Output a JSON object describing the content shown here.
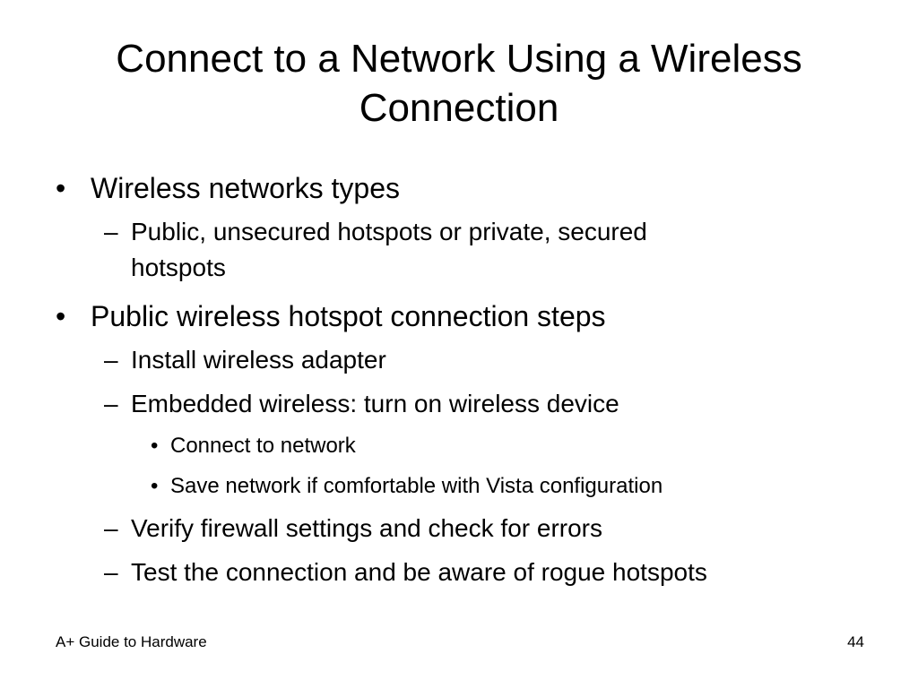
{
  "slide": {
    "title_line1": "Connect to a Network Using a Wireless",
    "title_line2": "Connection",
    "bullets": {
      "b1": "Wireless networks types",
      "b1_s1_line1": "Public, unsecured hotspots or private, secured",
      "b1_s1_line2": "hotspots",
      "b2": "Public wireless hotspot connection steps",
      "b2_s1": "Install wireless adapter",
      "b2_s2": "Embedded wireless: turn on wireless device",
      "b2_s2_t1": "Connect to network",
      "b2_s2_t2": "Save network if comfortable with Vista configuration",
      "b2_s3": "Verify firewall settings and check for errors",
      "b2_s4": "Test the connection and be aware of rogue hotspots"
    },
    "markers": {
      "bullet": "•",
      "dash": "–"
    },
    "footer": {
      "left": "A+ Guide to Hardware",
      "page_number": "44"
    }
  }
}
